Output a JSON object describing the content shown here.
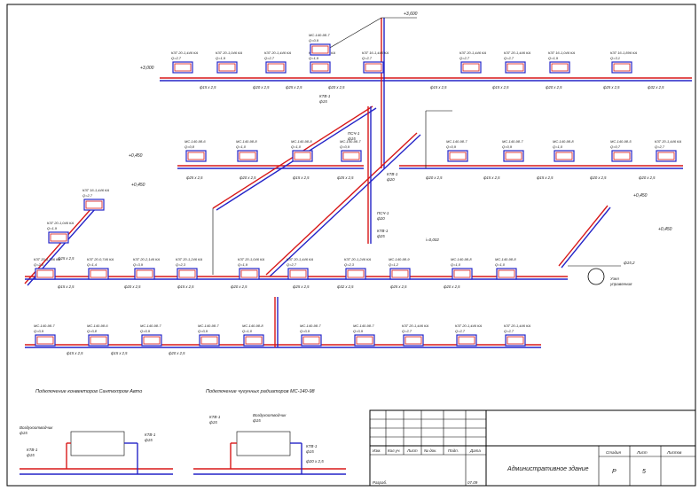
{
  "colors": {
    "supply": "#d81818",
    "return": "#2424c8",
    "ink": "#000000",
    "background": "#ffffff"
  },
  "legend": {
    "conv_title": "Подключение конвекторов Сантехпром Авто",
    "rad_title": "Подключение чугунных радиаторов МС-140-98",
    "conv_left": {
      "valve_top": "Воздухоотводчик",
      "valve_top2": "ф15",
      "valve_left": "КТВ-1",
      "valve_left2": "ф15",
      "valve_right": "КТВ-1",
      "valve_right2": "ф15"
    },
    "rad_right": {
      "valve_top": "Воздухоотводчик",
      "valve_top2": "ф15",
      "valve_left": "КТВ-1",
      "valve_left2": "ф15",
      "valve_right": "КТВ-1",
      "valve_right2": "ф15",
      "pipe": "ф20 х 2,5"
    }
  },
  "title_block": {
    "headers": [
      "Изм.",
      "Кол.уч.",
      "Лист",
      "№ док.",
      "Подп.",
      "Дата"
    ],
    "name": "Административное здание",
    "stage_h": "Стадия",
    "sheet_h": "Лист",
    "sheets_h": "Листов",
    "stage": "Р",
    "sheet": "5",
    "dev": "Разраб.",
    "date": "07.09"
  },
  "pump": {
    "label1": "ф15,2",
    "label2": "Узел",
    "label3": "управления"
  },
  "elevations": [
    "+3,600",
    "+3,000",
    "+0,450",
    "+0,450",
    "+0,450",
    "+0,450"
  ],
  "radiators": [
    {
      "t1": "КЗТ 20-1,446 КА",
      "t2": "Q=2,7"
    },
    {
      "t1": "КЗТ 20-1,046 КА",
      "t2": "Q=1,9"
    },
    {
      "t1": "КЗТ 20-1,446 КА",
      "t2": "Q=2,7"
    },
    {
      "t1": "КЗТ 20-1,046 КА",
      "t2": "Q=1,9"
    },
    {
      "t1": "КЗТ 16-1,446 КА",
      "t2": "Q=2,7"
    },
    {
      "t1": "КЗТ 20-1,446 КА",
      "t2": "Q=2,7"
    },
    {
      "t1": "КЗТ 20-1,446 КА",
      "t2": "Q=2,7"
    },
    {
      "t1": "КЗТ 16-1,046 КА",
      "t2": "Q=1,9"
    },
    {
      "t1": "КЗТ 16-1,896 КА",
      "t2": "Q=3,1"
    },
    {
      "t1": "МС-140-98-7",
      "t2": "Q=0,9"
    },
    {
      "t1": "МС-140-98-6",
      "t2": "Q=0,8"
    },
    {
      "t1": "МС-140-98-8",
      "t2": "Q=1,0"
    },
    {
      "t1": "МС-140-98-8",
      "t2": "Q=1,0"
    },
    {
      "t1": "МС-140-98-7",
      "t2": "Q=0,9"
    },
    {
      "t1": "МС-140-98-7",
      "t2": "Q=0,9"
    },
    {
      "t1": "МС-140-98-7",
      "t2": "Q=0,9"
    },
    {
      "t1": "МС-140-98-8",
      "t2": "Q=1,0"
    },
    {
      "t1": "МС-140-98-5",
      "t2": "Q=0,7"
    },
    {
      "t1": "КЗТ 20-1,446 КА",
      "t2": "Q=2,7"
    },
    {
      "t1": "КЗТ 16-1,446 КА",
      "t2": "Q=2,7"
    },
    {
      "t1": "КЗТ 20-1,046 КА",
      "t2": "Q=1,9"
    },
    {
      "t1": "КЗТ 20-1,246 КА",
      "t2": "Q=2,3"
    },
    {
      "t1": "КЗТ 20-0,746 КА",
      "t2": "Q=1,4"
    },
    {
      "t1": "КЗТ 20-2,146 КА",
      "t2": "Q=3,9"
    },
    {
      "t1": "КЗТ 20-1,246 КА",
      "t2": "Q=2,3"
    },
    {
      "t1": "КЗТ 20-1,046 КА",
      "t2": "Q=1,9"
    },
    {
      "t1": "КЗТ 20-1,446 КА",
      "t2": "Q=2,7"
    },
    {
      "t1": "КЗТ 20-1,246 КА",
      "t2": "Q=2,3"
    },
    {
      "t1": "МС-140-98-9",
      "t2": "Q=1,2"
    },
    {
      "t1": "МС-140-98-8",
      "t2": "Q=1,0"
    },
    {
      "t1": "МС-140-98-8",
      "t2": "Q=1,0"
    },
    {
      "t1": "МС-140-98-7",
      "t2": "Q=0,9"
    },
    {
      "t1": "МС-140-98-6",
      "t2": "Q=0,8"
    },
    {
      "t1": "МС-140-98-7",
      "t2": "Q=0,9"
    },
    {
      "t1": "МС-140-98-7",
      "t2": "Q=0,9"
    },
    {
      "t1": "МС-140-98-8",
      "t2": "Q=1,0"
    },
    {
      "t1": "МС-140-98-7",
      "t2": "Q=0,9"
    },
    {
      "t1": "МС-140-98-7",
      "t2": "Q=0,9"
    },
    {
      "t1": "КЗТ 20-1,446 КА",
      "t2": "Q=2,7"
    },
    {
      "t1": "КЗТ 20-1,446 КА",
      "t2": "Q=2,7"
    },
    {
      "t1": "КЗТ 20-1,446 КА",
      "t2": "Q=2,7"
    }
  ],
  "pipe_labels": [
    "ф15 х 2,5",
    "ф20 х 2,5",
    "ф25 х 2,5",
    "ф20 х 2,5",
    "ф15 х 2,5",
    "ф15 х 2,5",
    "ф20 х 2,5",
    "ф25 х 2,5",
    "ф32 х 2,5",
    "ф25 х 2,5",
    "ф20 х 2,5",
    "ф15 х 2,5",
    "ф25 х 2,5",
    "ф20 х 2,5",
    "ф15 х 2,5",
    "ф15 х 2,5",
    "ф20 х 2,5",
    "ф20 х 2,5",
    "ф25 х 2,5",
    "ф15 х 2,5",
    "ф20 х 2,5",
    "ф15 х 2,5",
    "ф20 х 2,5",
    "ф25 х 2,5",
    "ф32 х 2,5",
    "ф25 х 2,5",
    "ф20 х 2,5",
    "ф15 х 2,5",
    "ф15 х 2,5",
    "ф20 х 2,5"
  ],
  "riser_labels": [
    "КТВ-1",
    "ф15",
    "ПСЧ-1",
    "ф15",
    "КТВ-1",
    "ф20",
    "ПСЧ-1",
    "ф20",
    "КТВ-1",
    "ф25"
  ],
  "slope": "i=0,002"
}
